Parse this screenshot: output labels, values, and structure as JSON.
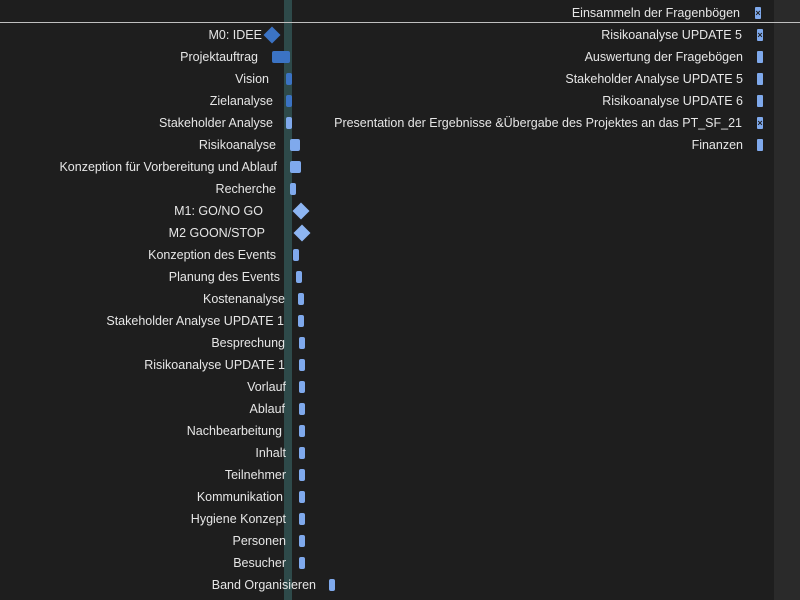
{
  "left_tasks": [
    {
      "label": "M0: IDEE",
      "kind": "milestone",
      "style": "dark"
    },
    {
      "label": "Projektauftrag",
      "kind": "bar",
      "style": "dark"
    },
    {
      "label": "Vision",
      "kind": "bar",
      "style": "dark"
    },
    {
      "label": "Zielanalyse",
      "kind": "bar",
      "style": "dark"
    },
    {
      "label": "Stakeholder  Analyse",
      "kind": "bar",
      "style": "light"
    },
    {
      "label": "Risikoanalyse",
      "kind": "bar",
      "style": "light"
    },
    {
      "label": "Konzeption für Vorbereitung und Ablauf",
      "kind": "bar",
      "style": "light"
    },
    {
      "label": "Recherche",
      "kind": "bar",
      "style": "light"
    },
    {
      "label": "M1: GO/NO GO",
      "kind": "milestone",
      "style": "light"
    },
    {
      "label": "M2 GOON/STOP",
      "kind": "milestone",
      "style": "light"
    },
    {
      "label": "Konzeption des Events",
      "kind": "bar",
      "style": "light"
    },
    {
      "label": "Planung des Events",
      "kind": "bar",
      "style": "light"
    },
    {
      "label": "Kostenanalyse",
      "kind": "bar",
      "style": "light"
    },
    {
      "label": "Stakeholder  Analyse UPDATE 1",
      "kind": "bar",
      "style": "light"
    },
    {
      "label": "Besprechung",
      "kind": "bar",
      "style": "light"
    },
    {
      "label": "Risikoanalyse UPDATE 1",
      "kind": "bar",
      "style": "light"
    },
    {
      "label": "Vorlauf",
      "kind": "bar",
      "style": "light"
    },
    {
      "label": "Ablauf",
      "kind": "bar",
      "style": "light"
    },
    {
      "label": "Nachbearbeitung",
      "kind": "bar",
      "style": "light"
    },
    {
      "label": "Inhalt",
      "kind": "bar",
      "style": "light"
    },
    {
      "label": "Teilnehmer",
      "kind": "bar",
      "style": "light"
    },
    {
      "label": "Kommunikation",
      "kind": "bar",
      "style": "light"
    },
    {
      "label": "Hygiene Konzept",
      "kind": "bar",
      "style": "light"
    },
    {
      "label": "Personen",
      "kind": "bar",
      "style": "light"
    },
    {
      "label": "Besucher",
      "kind": "bar",
      "style": "light"
    },
    {
      "label": "Band Organisieren",
      "kind": "bar",
      "style": "light"
    }
  ],
  "right_tasks": [
    {
      "label": "Einsammeln der Fragenbögen",
      "kind": "marker",
      "glyph": "×"
    },
    {
      "label": "Risikoanalyse UPDATE 5",
      "kind": "marker",
      "glyph": "×"
    },
    {
      "label": "Auswertung der Fragebögen",
      "kind": "bar"
    },
    {
      "label": "Stakeholder Analyse UPDATE 5",
      "kind": "bar"
    },
    {
      "label": "Risikoanalyse UPDATE 6",
      "kind": "bar"
    },
    {
      "label": "Presentation der Ergebnisse &Übergabe des Projektes an das PT_SF_21",
      "kind": "marker",
      "glyph": "×"
    },
    {
      "label": "Finanzen",
      "kind": "bar"
    }
  ],
  "colors": {
    "background": "#1e1e1e",
    "bar_dark": "#3b73c4",
    "bar_light": "#7fa9ec",
    "today_line": "#2e4a4a"
  }
}
